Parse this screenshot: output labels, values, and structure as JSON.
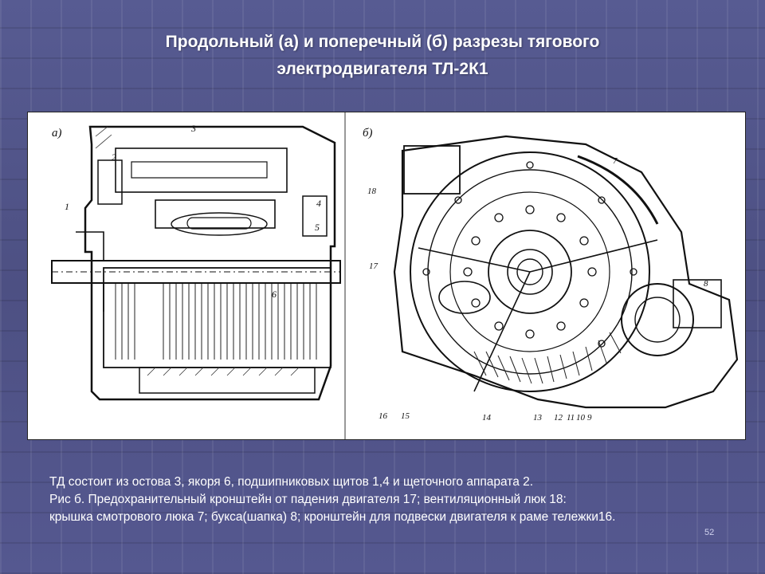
{
  "slide": {
    "title_line1": "Продольный (а) и поперечный (б) разрезы тягового",
    "title_line2": "электродвигателя ТЛ-2К1",
    "page_number": "52"
  },
  "figure": {
    "left_label": "а)",
    "right_label": "б)",
    "left_callouts": [
      "1",
      "2",
      "3",
      "4",
      "5",
      "6"
    ],
    "right_callouts_top": [
      "18",
      "7",
      "17",
      "8"
    ],
    "right_callouts_bottom": [
      "16",
      "15",
      "14",
      "13",
      "12",
      "11",
      "10",
      "9"
    ]
  },
  "caption": {
    "line1": "ТД состоит из остова 3, якоря 6, подшипниковых щитов 1,4 и щеточного аппарата 2.",
    "line2": "Рис б. Предохранительный кронштейн от падения двигателя 17; вентиляционный люк 18:",
    "line3": "крышка смотрового люка 7; букса(шапка) 8; кронштейн для подвески двигателя к раме тележки16."
  }
}
